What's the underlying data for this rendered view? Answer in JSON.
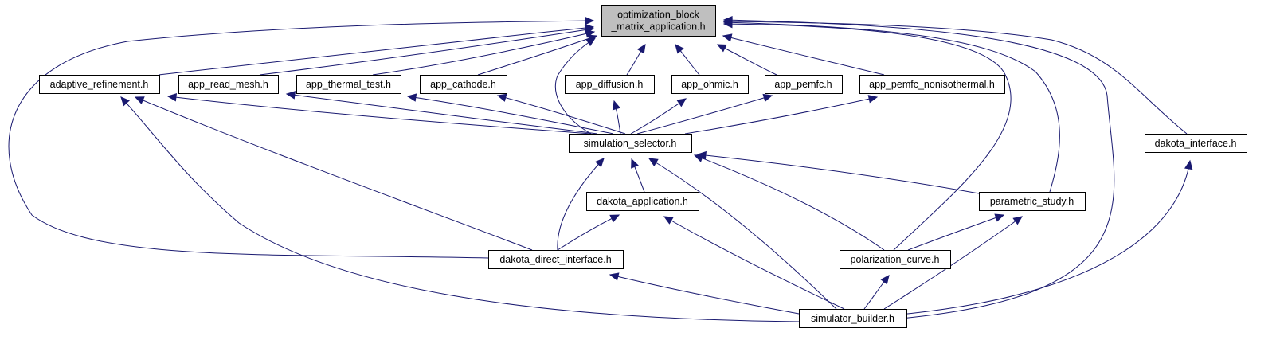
{
  "graph": {
    "nodes": [
      {
        "id": "optimization_block_matrix_application",
        "lines": [
          "optimization_block",
          "_matrix_application.h"
        ],
        "focus": true
      },
      {
        "id": "adaptive_refinement",
        "lines": [
          "adaptive_refinement.h"
        ]
      },
      {
        "id": "app_read_mesh",
        "lines": [
          "app_read_mesh.h"
        ]
      },
      {
        "id": "app_thermal_test",
        "lines": [
          "app_thermal_test.h"
        ]
      },
      {
        "id": "app_cathode",
        "lines": [
          "app_cathode.h"
        ]
      },
      {
        "id": "app_diffusion",
        "lines": [
          "app_diffusion.h"
        ]
      },
      {
        "id": "app_ohmic",
        "lines": [
          "app_ohmic.h"
        ]
      },
      {
        "id": "app_pemfc",
        "lines": [
          "app_pemfc.h"
        ]
      },
      {
        "id": "app_pemfc_nonisothermal",
        "lines": [
          "app_pemfc_nonisothermal.h"
        ]
      },
      {
        "id": "simulation_selector",
        "lines": [
          "simulation_selector.h"
        ]
      },
      {
        "id": "dakota_interface",
        "lines": [
          "dakota_interface.h"
        ]
      },
      {
        "id": "dakota_application",
        "lines": [
          "dakota_application.h"
        ]
      },
      {
        "id": "parametric_study",
        "lines": [
          "parametric_study.h"
        ]
      },
      {
        "id": "dakota_direct_interface",
        "lines": [
          "dakota_direct_interface.h"
        ]
      },
      {
        "id": "polarization_curve",
        "lines": [
          "polarization_curve.h"
        ]
      },
      {
        "id": "simulator_builder",
        "lines": [
          "simulator_builder.h"
        ]
      }
    ],
    "edges": [
      {
        "from": "adaptive_refinement",
        "to": "optimization_block_matrix_application"
      },
      {
        "from": "app_read_mesh",
        "to": "optimization_block_matrix_application"
      },
      {
        "from": "app_thermal_test",
        "to": "optimization_block_matrix_application"
      },
      {
        "from": "app_cathode",
        "to": "optimization_block_matrix_application"
      },
      {
        "from": "app_diffusion",
        "to": "optimization_block_matrix_application"
      },
      {
        "from": "app_ohmic",
        "to": "optimization_block_matrix_application"
      },
      {
        "from": "app_pemfc",
        "to": "optimization_block_matrix_application"
      },
      {
        "from": "app_pemfc_nonisothermal",
        "to": "optimization_block_matrix_application"
      },
      {
        "from": "simulation_selector",
        "to": "optimization_block_matrix_application"
      },
      {
        "from": "dakota_interface",
        "to": "optimization_block_matrix_application"
      },
      {
        "from": "parametric_study",
        "to": "optimization_block_matrix_application"
      },
      {
        "from": "polarization_curve",
        "to": "optimization_block_matrix_application"
      },
      {
        "from": "simulator_builder",
        "to": "optimization_block_matrix_application"
      },
      {
        "from": "dakota_direct_interface",
        "to": "optimization_block_matrix_application"
      },
      {
        "from": "simulation_selector",
        "to": "adaptive_refinement"
      },
      {
        "from": "simulation_selector",
        "to": "app_read_mesh"
      },
      {
        "from": "simulation_selector",
        "to": "app_thermal_test"
      },
      {
        "from": "simulation_selector",
        "to": "app_cathode"
      },
      {
        "from": "simulation_selector",
        "to": "app_diffusion"
      },
      {
        "from": "simulation_selector",
        "to": "app_ohmic"
      },
      {
        "from": "simulation_selector",
        "to": "app_pemfc"
      },
      {
        "from": "simulation_selector",
        "to": "app_pemfc_nonisothermal"
      },
      {
        "from": "dakota_direct_interface",
        "to": "adaptive_refinement"
      },
      {
        "from": "simulator_builder",
        "to": "adaptive_refinement"
      },
      {
        "from": "dakota_application",
        "to": "simulation_selector"
      },
      {
        "from": "dakota_direct_interface",
        "to": "simulation_selector"
      },
      {
        "from": "simulator_builder",
        "to": "simulation_selector"
      },
      {
        "from": "polarization_curve",
        "to": "simulation_selector"
      },
      {
        "from": "parametric_study",
        "to": "simulation_selector"
      },
      {
        "from": "dakota_direct_interface",
        "to": "dakota_application"
      },
      {
        "from": "simulator_builder",
        "to": "dakota_application"
      },
      {
        "from": "polarization_curve",
        "to": "parametric_study"
      },
      {
        "from": "simulator_builder",
        "to": "parametric_study"
      },
      {
        "from": "simulator_builder",
        "to": "dakota_direct_interface"
      },
      {
        "from": "simulator_builder",
        "to": "polarization_curve"
      },
      {
        "from": "simulator_builder",
        "to": "dakota_interface"
      }
    ]
  },
  "colors": {
    "edge": "#191970",
    "node_border": "#000000",
    "focus_fill": "#bfbfbf",
    "node_fill": "#ffffff",
    "text": "#000000"
  }
}
